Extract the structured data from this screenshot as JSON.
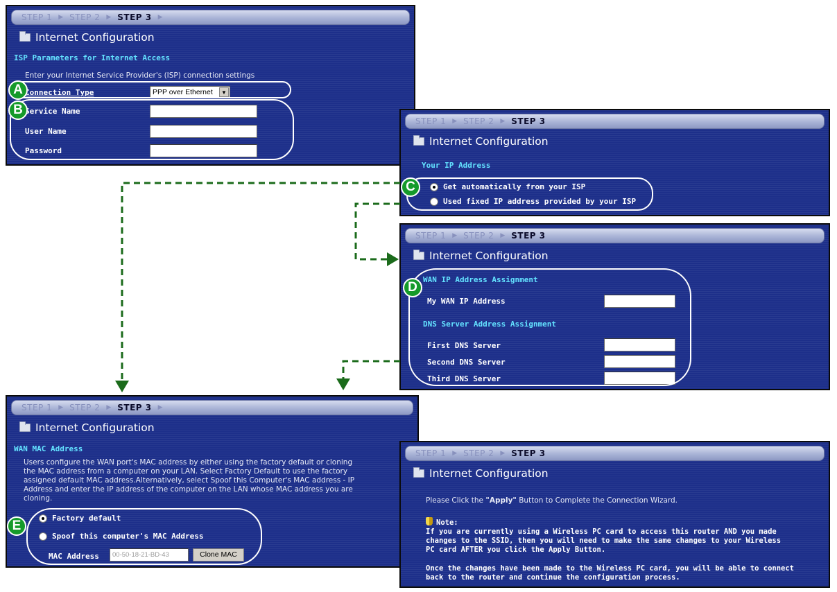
{
  "steps": [
    "STEP 1",
    "STEP 2",
    "STEP 3"
  ],
  "panel_title": "Internet Configuration",
  "panel_a": {
    "section": "ISP Parameters for Internet Access",
    "intro": "Enter your Internet Service Provider's (ISP) connection settings",
    "connection_type_label": "Connection Type",
    "connection_type_value": "PPP over Ethernet",
    "service_name_label": "Service Name",
    "user_name_label": "User Name",
    "password_label": "Password"
  },
  "panel_b": {
    "section": "Your IP Address",
    "radio_auto": "Get automatically from your ISP",
    "radio_fixed": "Used fixed IP address provided by your ISP"
  },
  "panel_c": {
    "section_wan": "WAN IP Address Assignment",
    "wan_ip_label": "My WAN IP Address",
    "section_dns": "DNS Server Address Assignment",
    "first_dns_label": "First DNS Server",
    "second_dns_label": "Second DNS Server",
    "third_dns_label": "Third DNS Server"
  },
  "panel_d": {
    "section": "WAN MAC Address",
    "desc_1": "Users configure the WAN port's MAC address by either using the factory default or cloning",
    "desc_2": "the MAC address from a computer on your LAN. Select Factory Default to use the factory",
    "desc_3": "assigned default MAC address.Alternatively, select Spoof this Computer's MAC address - IP",
    "desc_4": "Address and enter the IP address of the computer on the LAN whose MAC address you are",
    "desc_5": "cloning.",
    "radio_factory": "Factory default",
    "radio_spoof": "Spoof this computer's MAC Address",
    "mac_label": "MAC Address",
    "mac_value": "00-50-18-21-BD-43",
    "clone_button": "Clone MAC"
  },
  "panel_e": {
    "apply_prefix": "Please Click the ",
    "apply_word": "\"Apply\"",
    "apply_suffix": " Button to Complete the Connection Wizard.",
    "note_label": "Note:",
    "note_1": "If you are currently using a Wireless PC card to access this router AND you made",
    "note_2": "changes to the SSID, then you will need to make the same changes to your Wireless",
    "note_3": "PC card AFTER you click the Apply Button.",
    "note_4": "Once the changes have been made to the Wireless PC card, you will be able to connect",
    "note_5": "back to the router and continue the configuration process."
  },
  "markers": {
    "a": "A",
    "b": "B",
    "c": "C",
    "d": "D",
    "e": "E"
  },
  "colors": {
    "panel_bg": "#1d2f8a",
    "section_text": "#63e2ff",
    "marker_green": "#159a2a",
    "arrow_green": "#1b6b1b"
  }
}
